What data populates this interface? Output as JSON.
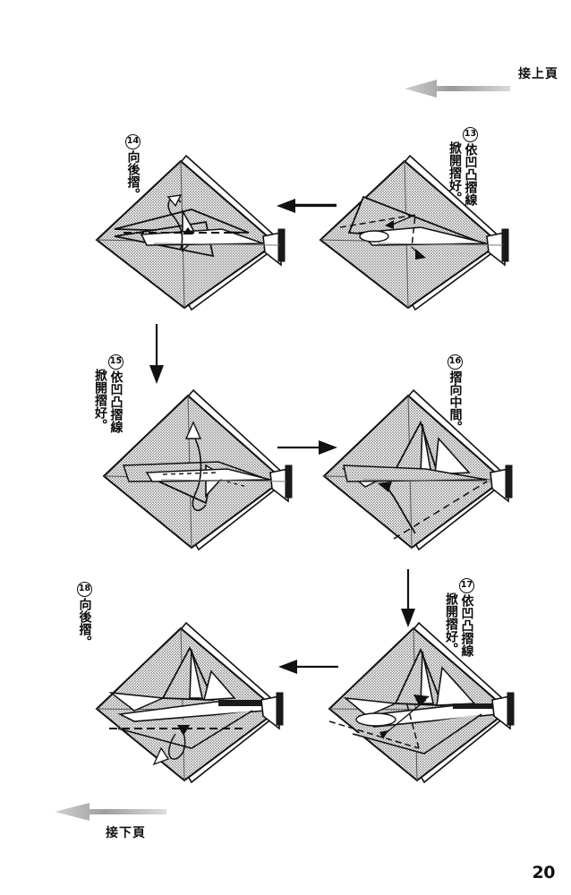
{
  "page": {
    "number": "20",
    "background_color": "#ffffff",
    "ink_color": "#111111",
    "paper_fill_color": "#c9c9c9",
    "paper_white_color": "#ffffff"
  },
  "continuation": {
    "top": {
      "label": "接上頁",
      "arrow": "left-arrow-gray",
      "meaning": "continued-from-previous-page"
    },
    "bottom": {
      "label": "接下頁",
      "arrow": "left-arrow-gray",
      "meaning": "continued-on-next-page"
    }
  },
  "steps": [
    {
      "number": "13",
      "columns": [
        "依凹凸摺線",
        "掀開摺好。"
      ],
      "text": "依凹凸摺線掀開摺好。",
      "diagram": "origami-step-13"
    },
    {
      "number": "14",
      "columns": [
        "向後摺。"
      ],
      "text": "向後摺。",
      "diagram": "origami-step-14"
    },
    {
      "number": "15",
      "columns": [
        "依凹凸摺線",
        "掀開摺好。"
      ],
      "text": "依凹凸摺線掀開摺好。",
      "diagram": "origami-step-15"
    },
    {
      "number": "16",
      "columns": [
        "摺向中間。"
      ],
      "text": "摺向中間。",
      "diagram": "origami-step-16"
    },
    {
      "number": "17",
      "columns": [
        "依凹凸摺線",
        "掀開摺好。"
      ],
      "text": "依凹凸摺線掀開摺好。",
      "diagram": "origami-step-17"
    },
    {
      "number": "18",
      "columns": [
        "向後摺。"
      ],
      "text": "向後摺。",
      "diagram": "origami-step-18"
    }
  ],
  "flow_arrows": [
    {
      "name": "arrow-13-to-14",
      "direction": "left"
    },
    {
      "name": "arrow-14-to-15",
      "direction": "down"
    },
    {
      "name": "arrow-15-to-16",
      "direction": "right"
    },
    {
      "name": "arrow-16-to-17",
      "direction": "down"
    },
    {
      "name": "arrow-17-to-18",
      "direction": "left"
    }
  ]
}
